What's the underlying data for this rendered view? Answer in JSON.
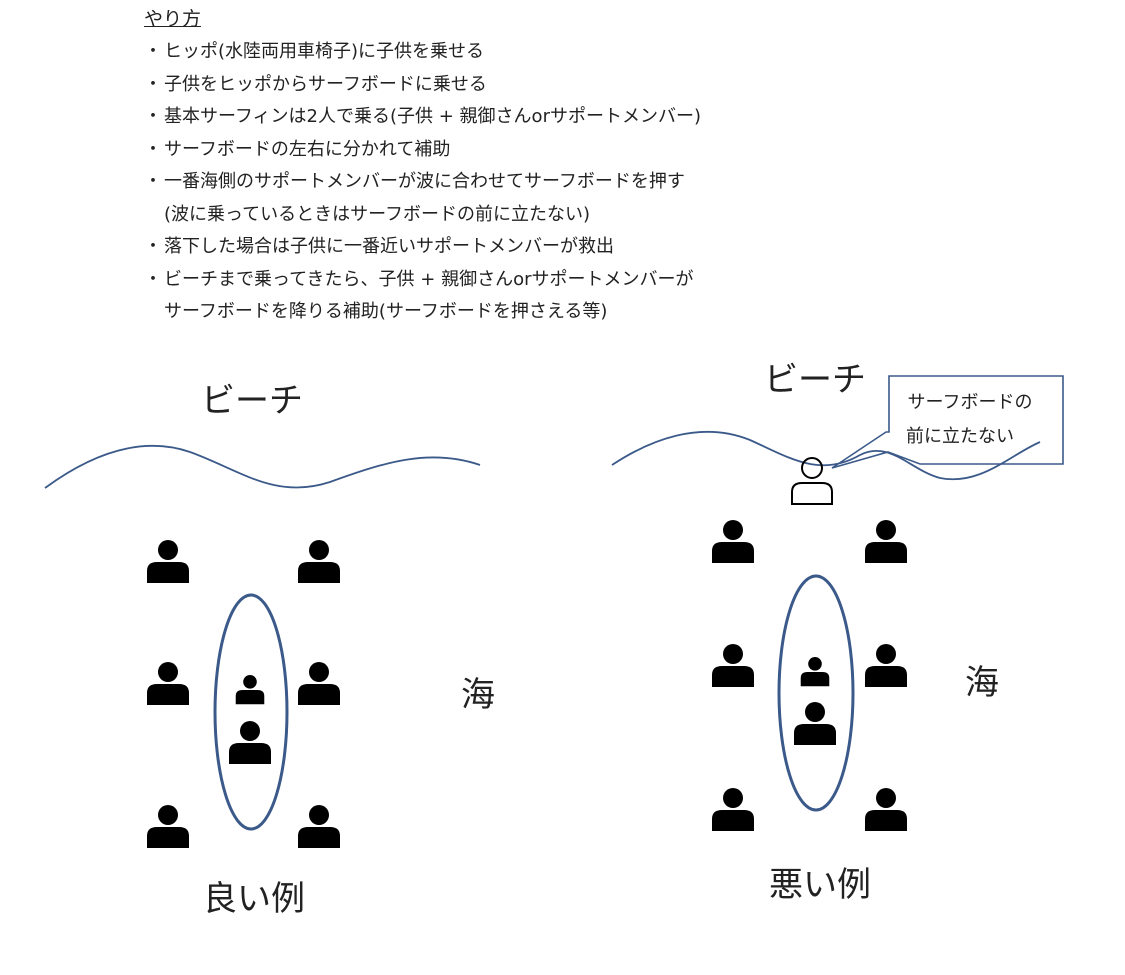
{
  "instructions": {
    "heading": "やり方",
    "bullet": "・",
    "items": [
      {
        "text": "ヒッポ(水陸両用車椅子)に子供を乗せる",
        "sub": ""
      },
      {
        "text": "子供をヒッポからサーフボードに乗せる",
        "sub": ""
      },
      {
        "text": "基本サーフィンは2人で乗る(子供 + 親御さんorサポートメンバー)",
        "sub": ""
      },
      {
        "text": "サーフボードの左右に分かれて補助",
        "sub": ""
      },
      {
        "text": "一番海側のサポートメンバーが波に合わせてサーフボードを押す",
        "sub": "(波に乗っているときはサーフボードの前に立たない)"
      },
      {
        "text": "落下した場合は子供に一番近いサポートメンバーが救出",
        "sub": ""
      },
      {
        "text": "ビーチまで乗ってきたら、子供 + 親御さんorサポートメンバーが",
        "sub": "サーフボードを降りる補助(サーフボードを押さえる等)"
      }
    ]
  },
  "good_example": {
    "beach_label": "ビーチ",
    "sea_label": "海",
    "caption": "良い例"
  },
  "bad_example": {
    "beach_label": "ビーチ",
    "sea_label": "海",
    "caption": "悪い例",
    "callout_line1": "サーフボードの",
    "callout_line2": "前に立たない"
  },
  "colors": {
    "wave": "#3b5a8a",
    "board": "#3b5a8a",
    "person": "#000000",
    "callout_border": "#3b5a8a"
  }
}
